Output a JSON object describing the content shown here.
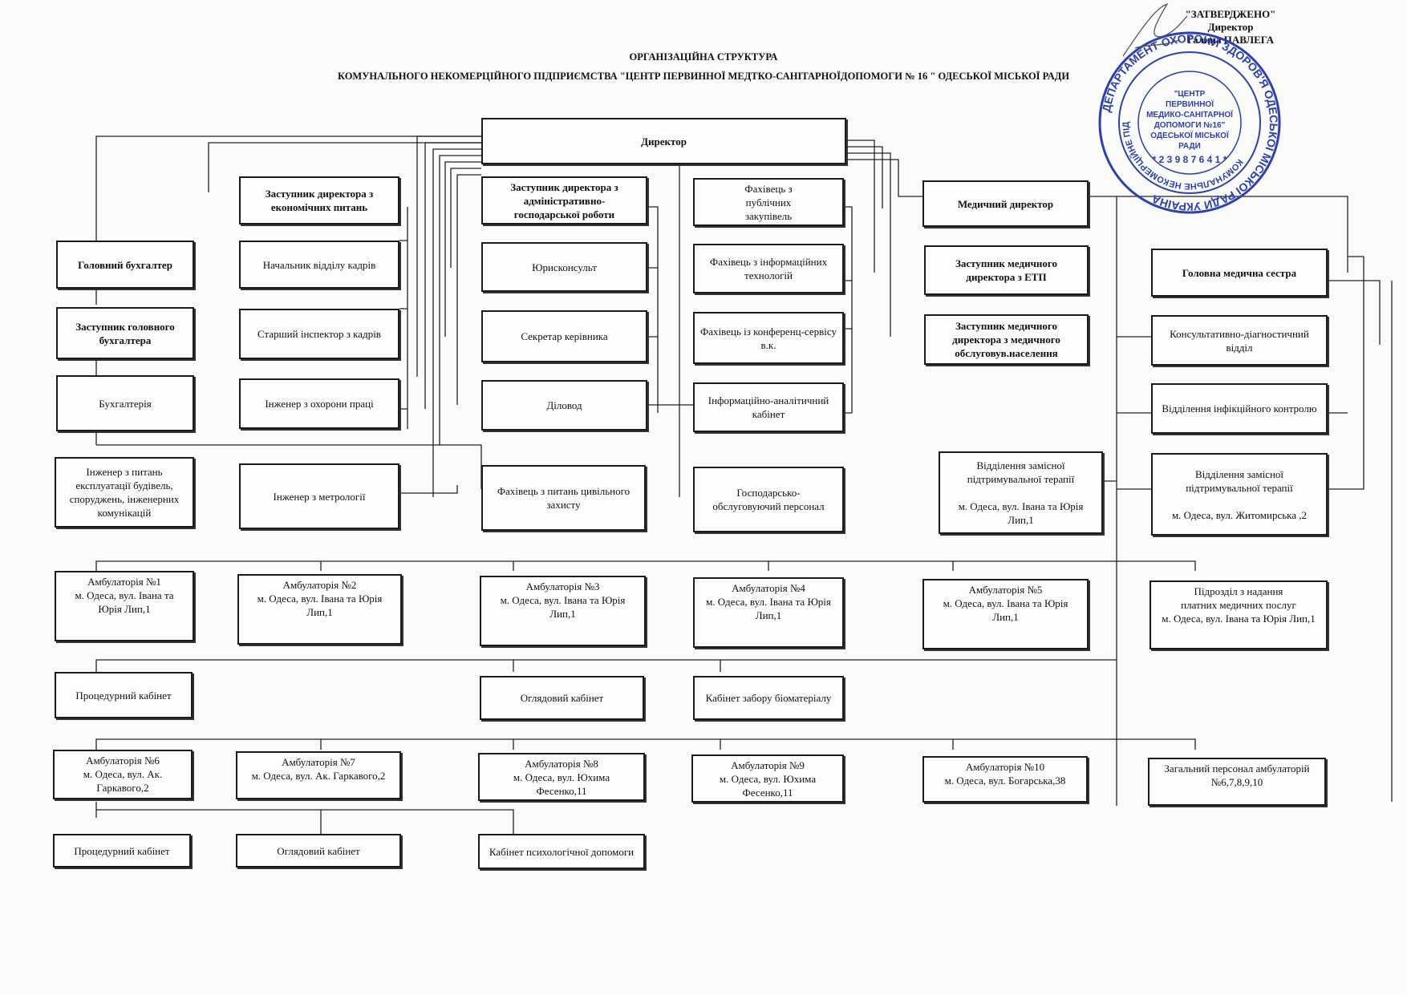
{
  "approval": {
    "line1": "\"ЗАТВЕРДЖЕНО\"",
    "line2": "Директор",
    "line3": "Галина ПАВЛЕГА"
  },
  "title": {
    "line1": "ОРГАНІЗАЦІЙНА СТРУКТУРА",
    "line2": "КОМУНАЛЬНОГО НЕКОМЕРЦІЙНОГО ПІДПРИЄМСТВА \"ЦЕНТР ПЕРВИННОЇ МЕДТКО-САНІТАРНОЇДОПОМОГИ № 16 \" ОДЕСЬКОЇ МІСЬКОЇ РАДИ"
  },
  "stamp": {
    "outer": "ДЕПАРТАМЕНТ ОХОРОНИ ЗДОРОВ'Я ОДЕСЬКОЇ МІСЬКОЇ РАДИ УКРАЇНА",
    "inner": "КОМУНАЛЬНЕ НЕКОМЕРЦІЙНЕ ПІДПРИЄМСТВО",
    "center": [
      "\"ЦЕНТР",
      "ПЕРВИННОЇ",
      "МЕДИКО-САНІТАРНОЇ",
      "ДОПОМОГИ №16\"",
      "ОДЕСЬКОЇ МІСЬКОЇ",
      "РАДИ"
    ],
    "code": "* 2 3 9 8 7 6 4 1 *",
    "color": "#2d3fb3"
  },
  "units": {
    "director": "Директор",
    "dep_econ": "Заступник директора з економічних питань",
    "dep_admin": "Заступник директора з\nадміністративно-\nгосподарської роботи",
    "procurement": "Фахівець з\nпублічних\nзакупівель",
    "med_director": "Медичний директор",
    "chief_accountant": "Головний бухгалтер",
    "hr_head": "Начальник відділу кадрів",
    "legal": "Юрисконсульт",
    "it": "Фахівець з інформаційних\nтехнологій",
    "dep_med_etp": "Заступник медичного\nдиректора з ЕТП",
    "head_nurse": "Головна медична сестра",
    "deputy_accountant": "Заступник головного\nбухгалтера",
    "senior_hr": "Старший інспектор з кадрів",
    "secretary": "Секретар керівника",
    "conference": "Фахівець із конференц-сервісу\nв.к.",
    "dep_med_pop": "Заступник медичного\nдиректора з медичного\nобслуговув.населення",
    "consult_diag": "Консультативно-діагностичний\nвідділ",
    "accounting": "Бухгалтерія",
    "labor_safety": "Інженер з охорони праці",
    "clerk": "Діловод",
    "info_analytic": "Інформаційно-аналітичний\nкабінет",
    "infection_control": "Відділення інфікційного контролю",
    "eng_buildings": "Інженер з питань\nексплуатації будівель,\nспоруджень, інженерних\nкомунікацій",
    "eng_metrology": "Інженер з метрології",
    "civil_defense": "Фахівець з питань цивільного\nзахисту",
    "maintenance_staff": "Господарсько-\nобслуговуючий персонал",
    "subst_therapy_1": "Відділення замісної\nпідтримувальної терапії\n\nм. Одеса, вул. Івана та Юрія\nЛип,1",
    "subst_therapy_2": "Відділення замісної\nпідтримувальної терапії\n\nм. Одеса, вул. Житомирська ,2",
    "amb1": "Амбулаторія №1\nм. Одеса, вул. Івана та\nЮрія Лип,1",
    "amb2": "Амбулаторія №2\nм. Одеса, вул. Івана та Юрія\nЛип,1",
    "amb3": "Амбулаторія №3\nм. Одеса, вул. Івана та Юрія\nЛип,1",
    "amb4": "Амбулаторія №4\nм. Одеса, вул. Івана та Юрія\nЛип,1",
    "amb5": "Амбулаторія №5\nм. Одеса, вул. Івана та Юрія\nЛип,1",
    "paid_services": "Підрозділ з надання\nплатних медичних послуг\nм. Одеса, вул. Івана та Юрія Лип,1",
    "proc_room_1": "Процедурний кабінет",
    "exam_room_1": "Оглядовий кабінет",
    "biomaterial": "Кабінет забору біоматеріалу",
    "amb6": "Амбулаторія №6\nм. Одеса, вул. Ак.\nГаркавого,2",
    "amb7": "Амбулаторія №7\nм. Одеса, вул. Ак. Гаркавого,2",
    "amb8": "Амбулаторія №8\nм. Одеса, вул. Юхима\nФесенко,11",
    "amb9": "Амбулаторія №9\nм. Одеса, вул. Юхима\nФесенко,11",
    "amb10": "Амбулаторія №10\nм. Одеса, вул. Богарська,38",
    "general_staff": "Загальний персонал амбулаторій\n№6,7,8,9,10",
    "proc_room_2": "Процедурний кабінет",
    "exam_room_2": "Оглядовий кабінет",
    "psych_room": "Кабінет психологічної допомоги"
  }
}
